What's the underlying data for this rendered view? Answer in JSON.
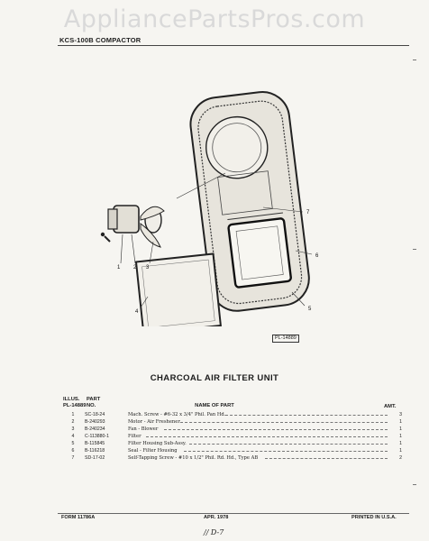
{
  "watermark": "AppliancePartsPros.com",
  "header": {
    "model_title": "KCS-100B COMPACTOR"
  },
  "figure": {
    "id_label": "PL-14889",
    "callouts": [
      "7",
      "6",
      "4",
      "3",
      "5",
      "1",
      "2"
    ]
  },
  "unit_title": "CHARCOAL AIR FILTER UNIT",
  "table": {
    "illus_header": [
      "ILLUS.",
      "PL-14889"
    ],
    "part_header": [
      "PART",
      "NO."
    ],
    "name_header": "NAME OF PART",
    "amt_header": "AMT.",
    "rows": [
      {
        "illus": "1",
        "part_no": "SC-18-24",
        "name": "Mach. Screw - #6-32 x 3/4\" Phil. Pan Hd.",
        "amt": "3"
      },
      {
        "illus": "2",
        "part_no": "B-240293",
        "name": "Motor - Air Freshener",
        "amt": "1"
      },
      {
        "illus": "3",
        "part_no": "B-240234",
        "name": "Fan - Blower",
        "amt": "1"
      },
      {
        "illus": "4",
        "part_no": "C-113880-1",
        "name": "Filter",
        "amt": "1"
      },
      {
        "illus": "5",
        "part_no": "B-115845",
        "name": "Filter Housing Sub-Assy.",
        "amt": "1"
      },
      {
        "illus": "6",
        "part_no": "B-116218",
        "name": "Seal - Filter Housing",
        "amt": "1"
      },
      {
        "illus": "7",
        "part_no": "SD-17-02",
        "name": "Self-Tapping Screw - #10 x 1/2\" Phil. Rd. Hd., Type AB",
        "amt": "2"
      }
    ]
  },
  "footer": {
    "form": "FORM 11786A",
    "date": "APR. 1978",
    "printed": "PRINTED IN U.S.A."
  },
  "handwritten_note": "// D-7"
}
